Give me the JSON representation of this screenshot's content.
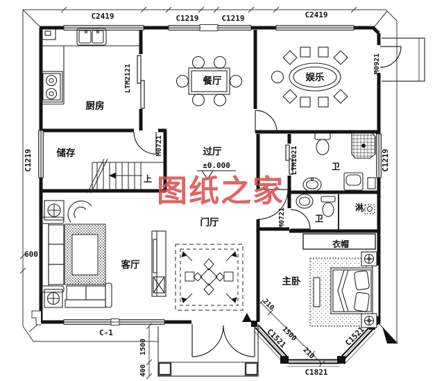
{
  "plan": {
    "watermark": "图纸之家",
    "watermark_color": "#dd4f4f",
    "rooms": {
      "kitchen": "厨房",
      "dining": "餐厅",
      "entertainment": "娱乐",
      "storage": "储存",
      "hall": "过厅",
      "foyer": "门厅",
      "living": "客厅",
      "master": "主卧",
      "bath_upper": "卫",
      "bath_lower": "卫",
      "shower": "淋",
      "cloakroom": "衣帽"
    },
    "marks": {
      "elevation": "±0.000",
      "stairs_up": "上"
    },
    "windows": {
      "kitchen_top": "C2419",
      "dining_top_left": "C1219",
      "dining_top_right": "C1219",
      "entertainment_top": "C2419",
      "storage_left": "C1219",
      "bath_right": "C1219",
      "living_bottom": "C-1",
      "bay_left": "C1521",
      "bay_front": "C1821",
      "bay_right": "C1521"
    },
    "doors": {
      "entertainment_side": "M0921",
      "storage": "M0721",
      "bath_lower": "M0721",
      "kitchen_sliding": "LTM2121",
      "bath_upper_sliding": "LTM1021"
    },
    "dims": {
      "left_offset": "600",
      "porch_depth": "1500",
      "porch_step": "400",
      "bay_side_a": "210",
      "bay_front_w": "1500",
      "bay_side_b": "210"
    }
  }
}
